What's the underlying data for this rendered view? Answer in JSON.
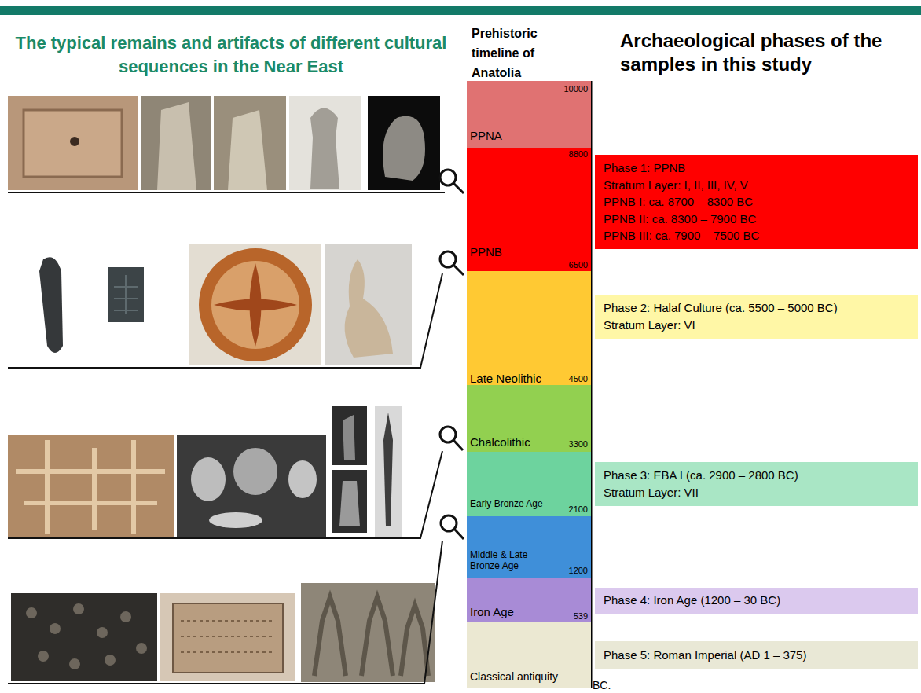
{
  "diagram": {
    "title": "The typical remains and artifacts of different cultural sequences in the Near East",
    "nodes": [
      {
        "text": [
          "10000",
          "PPNA"
        ]
      },
      {
        "text": [
          "8800",
          "PPNB",
          "6500"
        ]
      },
      {
        "text": [
          "Late Neolithic",
          "4500"
        ]
      },
      {
        "text": [
          "Chalcolithic",
          "3300"
        ]
      },
      {
        "text": [
          "Early Bronze Age",
          "2100"
        ]
      },
      {
        "text": [
          "Middle & Late Bronze Age",
          "1200"
        ]
      },
      {
        "text": [
          "Iron Age",
          "539"
        ]
      },
      {
        "text": [
          "Classical antiquity"
        ]
      },
      {
        "text": [
          "Phase 1: PPNB",
          "Stratum Layer: I, II, III, IV, V",
          "PPNB I: ca. 8700 – 8300 BC",
          "PPNB II: ca. 8300 – 7900 BC",
          "PPNB III: ca. 7900 – 7500 BC"
        ]
      },
      {
        "text": [
          "Phase 2: Halaf Culture (ca. 5500 – 5000 BC)",
          "Stratum Layer: VI"
        ]
      },
      {
        "text": [
          "Phase 3: EBA I (ca. 2900 – 2800 BC)",
          "Stratum Layer: VII"
        ]
      },
      {
        "text": [
          "Phase 4: Iron Age (1200 – 30 BC)"
        ]
      },
      {
        "text": [
          "Phase 5: Roman Imperial (AD 1 – 375)"
        ]
      }
    ],
    "labels": [
      "Prehistoric timeline of Anatolia",
      "Archaeological phases of the samples in this study",
      "BC."
    ]
  }
}
